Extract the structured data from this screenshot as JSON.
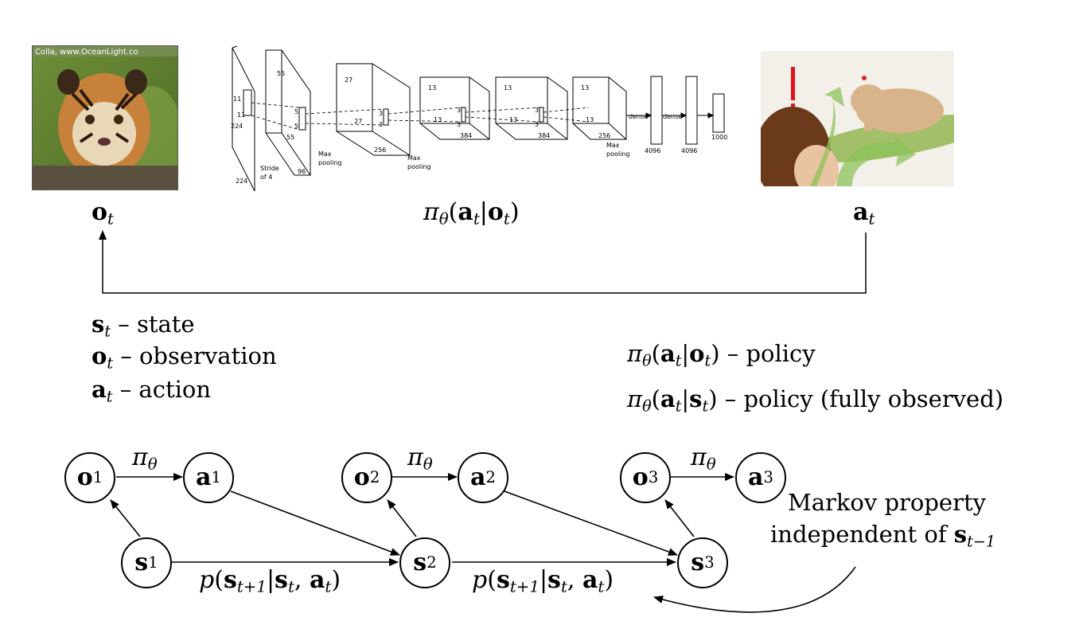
{
  "top": {
    "observation_label": {
      "sym": "o",
      "sub": "t"
    },
    "policy_label": {
      "pre": "π",
      "sub": "θ",
      "open": "(",
      "a": "a",
      "a_sub": "t",
      "bar": "|",
      "o": "o",
      "o_sub": "t",
      "close": ")"
    },
    "action_label": {
      "sym": "a",
      "sub": "t"
    },
    "image_watermark": "Colla, www.OceanLight.co"
  },
  "cnn": {
    "input": [
      "224",
      "224",
      "11",
      "11"
    ],
    "conv1": [
      "55",
      "55",
      "96",
      "5",
      "5"
    ],
    "conv2": [
      "27",
      "27",
      "256",
      "3",
      "3"
    ],
    "conv3": [
      "13",
      "13",
      "384",
      "3",
      "3"
    ],
    "conv4": [
      "13",
      "13",
      "384",
      "3",
      "3"
    ],
    "conv5": [
      "13",
      "13",
      "256"
    ],
    "stride": [
      "Stride",
      "of 4"
    ],
    "pool1": [
      "Max",
      "pooling"
    ],
    "pool2": [
      "Max",
      "pooling"
    ],
    "pool3": [
      "Max",
      "pooling"
    ],
    "dense1": "dense",
    "dense2": "dense",
    "fc1": "4096",
    "fc2": "4096",
    "fc3": "1000"
  },
  "legend": {
    "state": {
      "sym": "s",
      "sub": "t",
      "text": " – state"
    },
    "observation": {
      "sym": "o",
      "sub": "t",
      "text": " – observation"
    },
    "action": {
      "sym": "a",
      "sub": "t",
      "text": " – action"
    },
    "policy": {
      "pre": "π",
      "sub": "θ",
      "open": "(",
      "a": "a",
      "a_sub": "t",
      "bar": "|",
      "o": "o",
      "o_sub": "t",
      "close": ")",
      "text": " – policy"
    },
    "policy_full": {
      "pre": "π",
      "sub": "θ",
      "open": "(",
      "a": "a",
      "a_sub": "t",
      "bar": "|",
      "s": "s",
      "s_sub": "t",
      "close": ")",
      "text": " – policy (fully observed)"
    }
  },
  "graph": {
    "nodes": {
      "o1": {
        "sym": "o",
        "sub": "1"
      },
      "a1": {
        "sym": "a",
        "sub": "1"
      },
      "s1": {
        "sym": "s",
        "sub": "1"
      },
      "o2": {
        "sym": "o",
        "sub": "2"
      },
      "a2": {
        "sym": "a",
        "sub": "2"
      },
      "s2": {
        "sym": "s",
        "sub": "2"
      },
      "o3": {
        "sym": "o",
        "sub": "3"
      },
      "a3": {
        "sym": "a",
        "sub": "3"
      },
      "s3": {
        "sym": "s",
        "sub": "3"
      }
    },
    "pi_label": {
      "sym": "π",
      "sub": "θ"
    },
    "transition": {
      "p": "p",
      "open": "(",
      "s1": "s",
      "s1_sub": "t+1",
      "bar": "|",
      "s2": "s",
      "s2_sub": "t",
      "comma": ", ",
      "a": "a",
      "a_sub": "t",
      "close": ")"
    },
    "markov": {
      "line1": "Markov property",
      "line2_pre": "independent of ",
      "sym": "s",
      "sub": "t−1"
    }
  }
}
